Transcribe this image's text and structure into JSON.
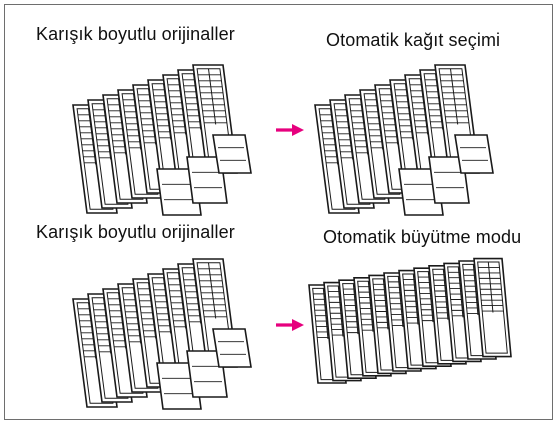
{
  "panels": [
    {
      "original_label": "Karışık boyutlu orijinaller",
      "result_label": "Otomatik kağıt seçimi",
      "result_kind": "paper-selection"
    },
    {
      "original_label": "Karışık boyutlu orijinaller",
      "result_label": "Otomatik büyütme modu",
      "result_kind": "enlargement-mode"
    }
  ],
  "colors": {
    "arrow": "#e6007e",
    "line": "#1a1a1a",
    "paper": "#ffffff"
  },
  "icons": [
    "mixed-originals-stack-icon",
    "arrow-right-icon",
    "output-stack-icon"
  ]
}
